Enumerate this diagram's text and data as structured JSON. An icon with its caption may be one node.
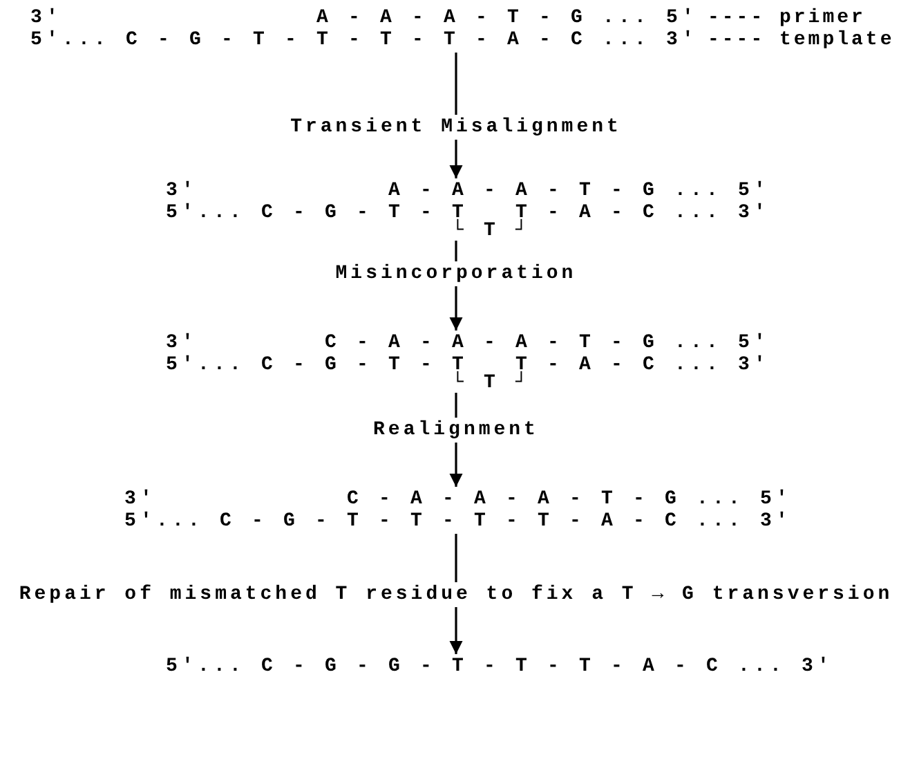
{
  "diagram": {
    "nodes": [
      {
        "text": [
          "3'                A - A - A - T - G ... 5'",
          "5'... C - G - T - T - T - T - A - C ... 3'"
        ],
        "beside": [
          "---- primer",
          "---- template"
        ]
      },
      {
        "text": [
          "Transient Misalignment"
        ]
      },
      {
        "text": [
          "3'            A - A - A - T - G ... 5'",
          "5'... C - G - T - T   T - A - C ... 3'",
          "                  └ T ┘"
        ]
      },
      {
        "text": [
          "Misincorporation"
        ]
      },
      {
        "text": [
          "3'        C - A - A - A - T - G ... 5'",
          "5'... C - G - T - T   T - A - C ... 3'",
          "                  └ T ┘"
        ]
      },
      {
        "text": [
          "Realignment"
        ]
      },
      {
        "text": [
          "3'            C - A - A - A - T - G ... 5'",
          "5'... C - G - T - T - T - T - A - C ... 3'"
        ]
      },
      {
        "text": [
          "Repair of mismatched T residue to fix a T → G transversion"
        ]
      },
      {
        "text": [
          "5'... C - G - G - T - T - T - A - C ... 3'"
        ]
      }
    ],
    "edges": [
      {
        "from": 0,
        "to": 1,
        "arrow": "none"
      },
      {
        "from": 1,
        "to": 2,
        "arrow": "to"
      },
      {
        "from": 2,
        "to": 3,
        "arrow": "none"
      },
      {
        "from": 3,
        "to": 4,
        "arrow": "to"
      },
      {
        "from": 4,
        "to": 5,
        "arrow": "none"
      },
      {
        "from": 5,
        "to": 6,
        "arrow": "to"
      },
      {
        "from": 6,
        "to": 7,
        "arrow": "none"
      },
      {
        "from": 7,
        "to": 8,
        "arrow": "to"
      }
    ]
  }
}
